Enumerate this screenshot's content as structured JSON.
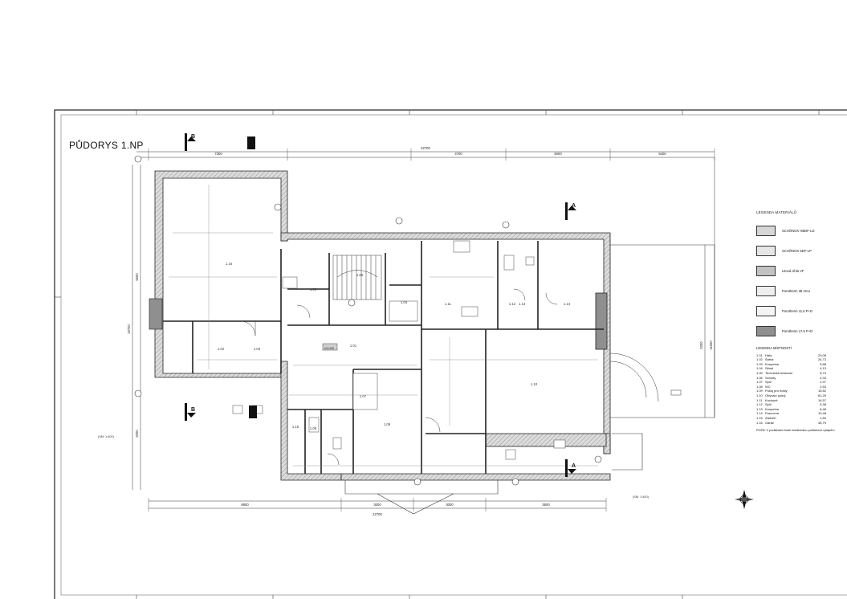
{
  "title": "PŮDORYS 1.NP",
  "legend_materials": {
    "heading": "LEGENDA MATERIÁLŮ",
    "items": [
      {
        "label": "SCHÖNOX HBDF-LD",
        "fill": "#d6d6d6"
      },
      {
        "label": "SCHÖNOX 5DF-LP",
        "fill": "#e6e6e6"
      },
      {
        "label": "Litová cihla VF",
        "fill": "#c2c2c2"
      },
      {
        "label": "Porotherm 38 AKU",
        "fill": "#eeeeee"
      },
      {
        "label": "Porotherm 11,5 P+D",
        "fill": "#f4f4f4"
      },
      {
        "label": "Porotherm 17,5 P+D",
        "fill": "#8f8f8f"
      }
    ]
  },
  "legend_rooms": {
    "heading": "LEGENDA MÍSTNOSTÍ",
    "rows": [
      [
        "1.01",
        "Hala",
        "23,08"
      ],
      [
        "1.02",
        "Šatna",
        "24,72"
      ],
      [
        "1.03",
        "Koupelna",
        "5,68"
      ],
      [
        "1.04",
        "Sklad",
        "4,13"
      ],
      [
        "1.05",
        "Technická místnost",
        "8,73"
      ],
      [
        "1.06",
        "Schody",
        "4,33"
      ],
      [
        "1.07",
        "Spíž",
        "2,97"
      ],
      [
        "1.08",
        "WC",
        "2,53"
      ],
      [
        "1.09",
        "Pokoj pro hosty",
        "15,62"
      ],
      [
        "1.10",
        "Obývací pokoj",
        "61,29"
      ],
      [
        "1.11",
        "Kuchyně",
        "14,57"
      ],
      [
        "1.12",
        "Spíž",
        "5,38"
      ],
      [
        "1.13",
        "Koupelna",
        "6,48"
      ],
      [
        "1.14",
        "Pracovna",
        "10,48"
      ],
      [
        "1.15",
        "Zádveří",
        "1,60"
      ],
      [
        "1.16",
        "Garáž",
        "45,79"
      ]
    ],
    "note": "POZN: V podlahách bude instalováno podlahové vytápění"
  },
  "dimensions": {
    "top_total": "22700",
    "bottom_total": "22700",
    "top": [
      "7300",
      "4700",
      "5000",
      "5400"
    ],
    "bottom": [
      "8800",
      "3000",
      "3000",
      "3600"
    ],
    "left": [
      "19700",
      "5500",
      "4000"
    ],
    "right": [
      "11500",
      "5250"
    ]
  },
  "sections": [
    "B",
    "B",
    "A",
    "A"
  ],
  "rooms_on_plan": [
    "1.16",
    "1.05",
    "1.06",
    "1.04",
    "1.11",
    "1.12",
    "1.13",
    "1.14",
    "1.01",
    "1.02",
    "1.03",
    "1.07",
    "1.08",
    "1.09",
    "1.10",
    "1.15"
  ],
  "scale_note": "(SM: 1:400)",
  "elevation_label": "±0,000"
}
